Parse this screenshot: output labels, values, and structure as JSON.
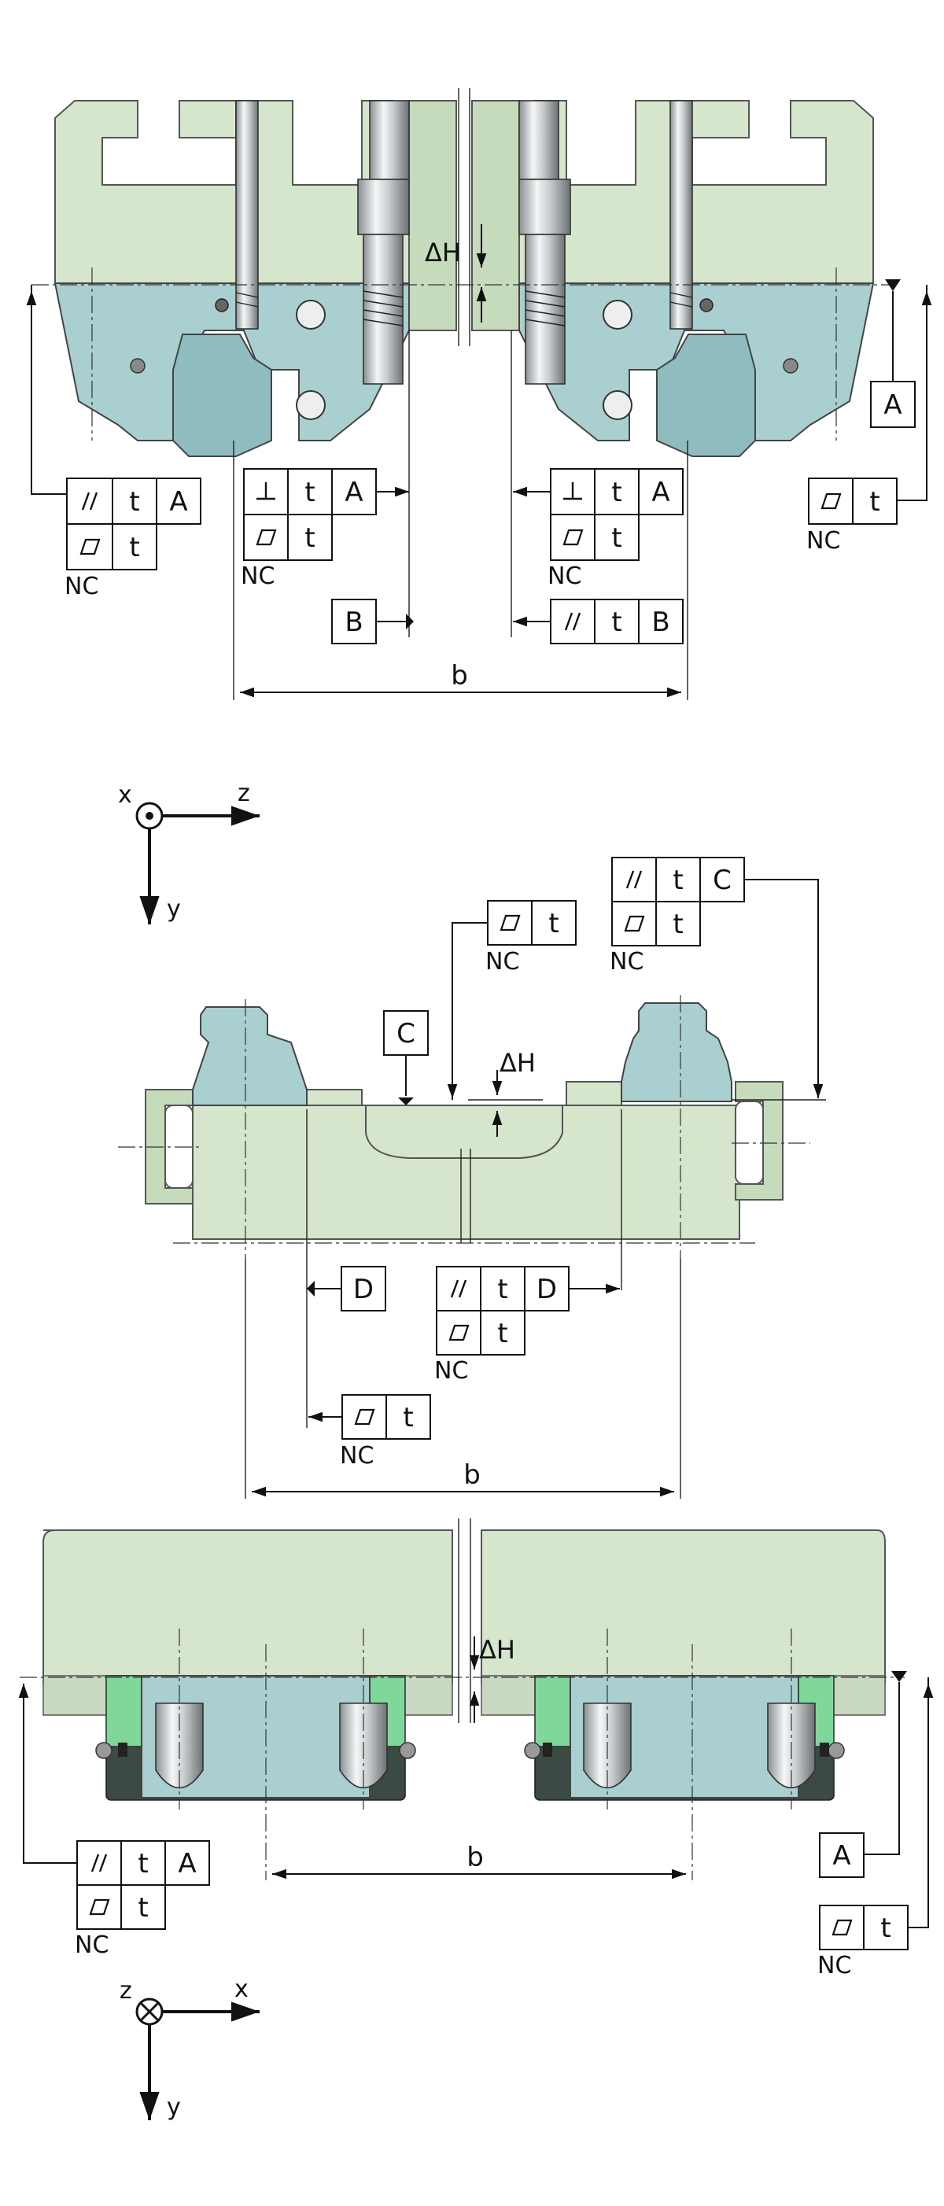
{
  "labels": {
    "t": "t",
    "A": "A",
    "B": "B",
    "C": "C",
    "D": "D",
    "NC": "NC",
    "b": "b",
    "delta_h": "ΔH",
    "x": "x",
    "y": "y",
    "z": "z"
  },
  "symbols": {
    "parallelism": "//",
    "perpendicularity": "⊥"
  },
  "colors": {
    "adjacent_part": "#d6e6cc",
    "carriage": "#a9cfd0",
    "end_seal": "#7fd89a",
    "line": "#111111"
  },
  "icons": [
    "flatness-icon",
    "parallelism-icon",
    "perpendicularity-icon",
    "datum-triangle-icon",
    "axis-out-of-page-icon",
    "axis-into-page-icon"
  ]
}
